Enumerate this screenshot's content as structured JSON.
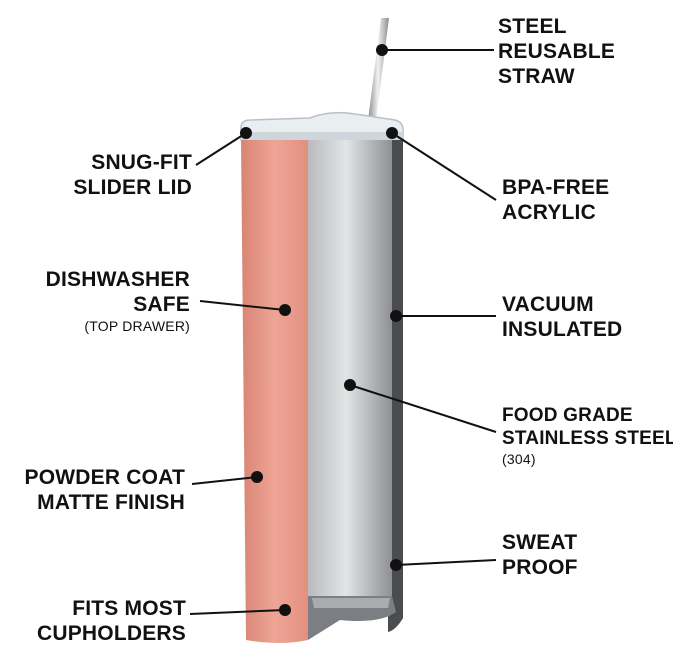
{
  "labels": {
    "steel_straw": [
      "STEEL",
      "REUSABLE",
      "STRAW"
    ],
    "snug_fit_lid": [
      "SNUG-FIT",
      "SLIDER LID"
    ],
    "bpa_free": [
      "BPA-FREE",
      "ACRYLIC"
    ],
    "dishwasher_safe": [
      "DISHWASHER",
      "SAFE"
    ],
    "dishwasher_note": "(TOP DRAWER)",
    "vacuum_insulated": [
      "VACUUM",
      "INSULATED"
    ],
    "food_grade": [
      "FOOD GRADE",
      "STAINLESS STEEL"
    ],
    "food_grade_note": "(304)",
    "powder_coat": [
      "POWDER COAT",
      "MATTE FINISH"
    ],
    "sweat_proof": [
      "SWEAT",
      "PROOF"
    ],
    "cupholders": [
      "FITS MOST",
      "CUPHOLDERS"
    ]
  },
  "colors": {
    "text": "#111111",
    "rose_gold": "#e79a89",
    "steel_inner": "#c9cbce",
    "steel_dark": "#4a4c50"
  }
}
